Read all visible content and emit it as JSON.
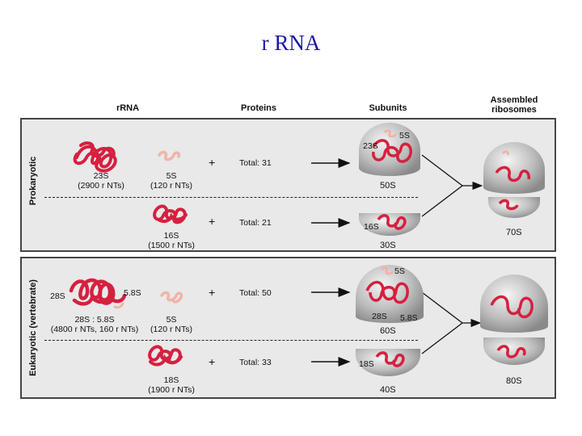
{
  "title": "r RNA",
  "headers": {
    "rrna": "rRNA",
    "proteins": "Proteins",
    "subunits": "Subunits",
    "assembled_line1": "Assembled",
    "assembled_line2": "ribosomes"
  },
  "prokaryotic": {
    "label": "Prokaryotic",
    "large": {
      "rrna_23s": "23S",
      "rrna_23s_size": "(2900 r NTs)",
      "rrna_5s": "5S",
      "rrna_5s_size": "(120 r NTs)",
      "proteins": "Total:  31",
      "subunit_23s": "23S",
      "subunit_5s": "5S",
      "subunit_label": "50S"
    },
    "small": {
      "rrna_16s": "16S",
      "rrna_16s_size": "(1500 r NTs)",
      "proteins": "Total:  21",
      "subunit_16s": "16S",
      "subunit_label": "30S"
    },
    "assembled": "70S"
  },
  "eukaryotic": {
    "label": "Eukaryotic (vertebrate)",
    "large": {
      "rrna_28s": "28S",
      "rrna_58s": "5.8S",
      "rrna_combo": "28S : 5.8S",
      "rrna_combo_size": "(4800 r NTs, 160 r NTs)",
      "rrna_5s": "5S",
      "rrna_5s_size": "(120 r NTs)",
      "proteins": "Total:  50",
      "subunit_5s": "5S",
      "subunit_28s": "28S",
      "subunit_58s": "5.8S",
      "subunit_label": "60S"
    },
    "small": {
      "rrna_18s": "18S",
      "rrna_18s_size": "(1900 r NTs)",
      "proteins": "Total:  33",
      "subunit_18s": "18S",
      "subunit_label": "40S"
    },
    "assembled": "80S"
  },
  "plus_sign": "+",
  "colors": {
    "rna": "#d6203f",
    "rna_light": "#f0b4a8",
    "panel": "#e9e9e9",
    "title": "#1a1aa6"
  }
}
